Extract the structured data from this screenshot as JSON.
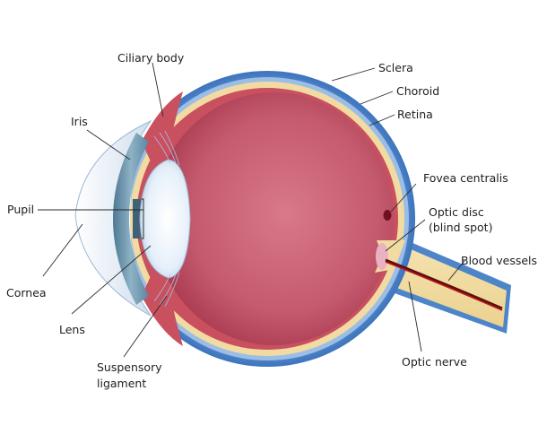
{
  "labels": {
    "ciliary_body": "Ciliary body",
    "sclera": "Sclera",
    "choroid": "Choroid",
    "retina": "Retina",
    "iris": "Iris",
    "fovea_centralis": "Fovea centralis",
    "pupil": "Pupil",
    "optic_disc_line1": "Optic disc",
    "optic_disc_line2": "(blind spot)",
    "blood_vessels": "Blood vessels",
    "cornea": "Cornea",
    "lens": "Lens",
    "suspensory_line1": "Suspensory",
    "suspensory_line2": "ligament",
    "optic_nerve": "Optic nerve"
  },
  "colors": {
    "sclera": "#4d85c9",
    "sclera_light": "#a9c6ea",
    "choroid": "#f2dba2",
    "retina_band": "#c9505f",
    "vitreous": "#b9475d",
    "vitreous_center": "#d9798a",
    "cornea": "#dfe9f4",
    "lens": "#eef5fc",
    "iris": "#6f93aa",
    "optic_nerve": "#f2dba2",
    "blood_vessel": "#c01818"
  }
}
